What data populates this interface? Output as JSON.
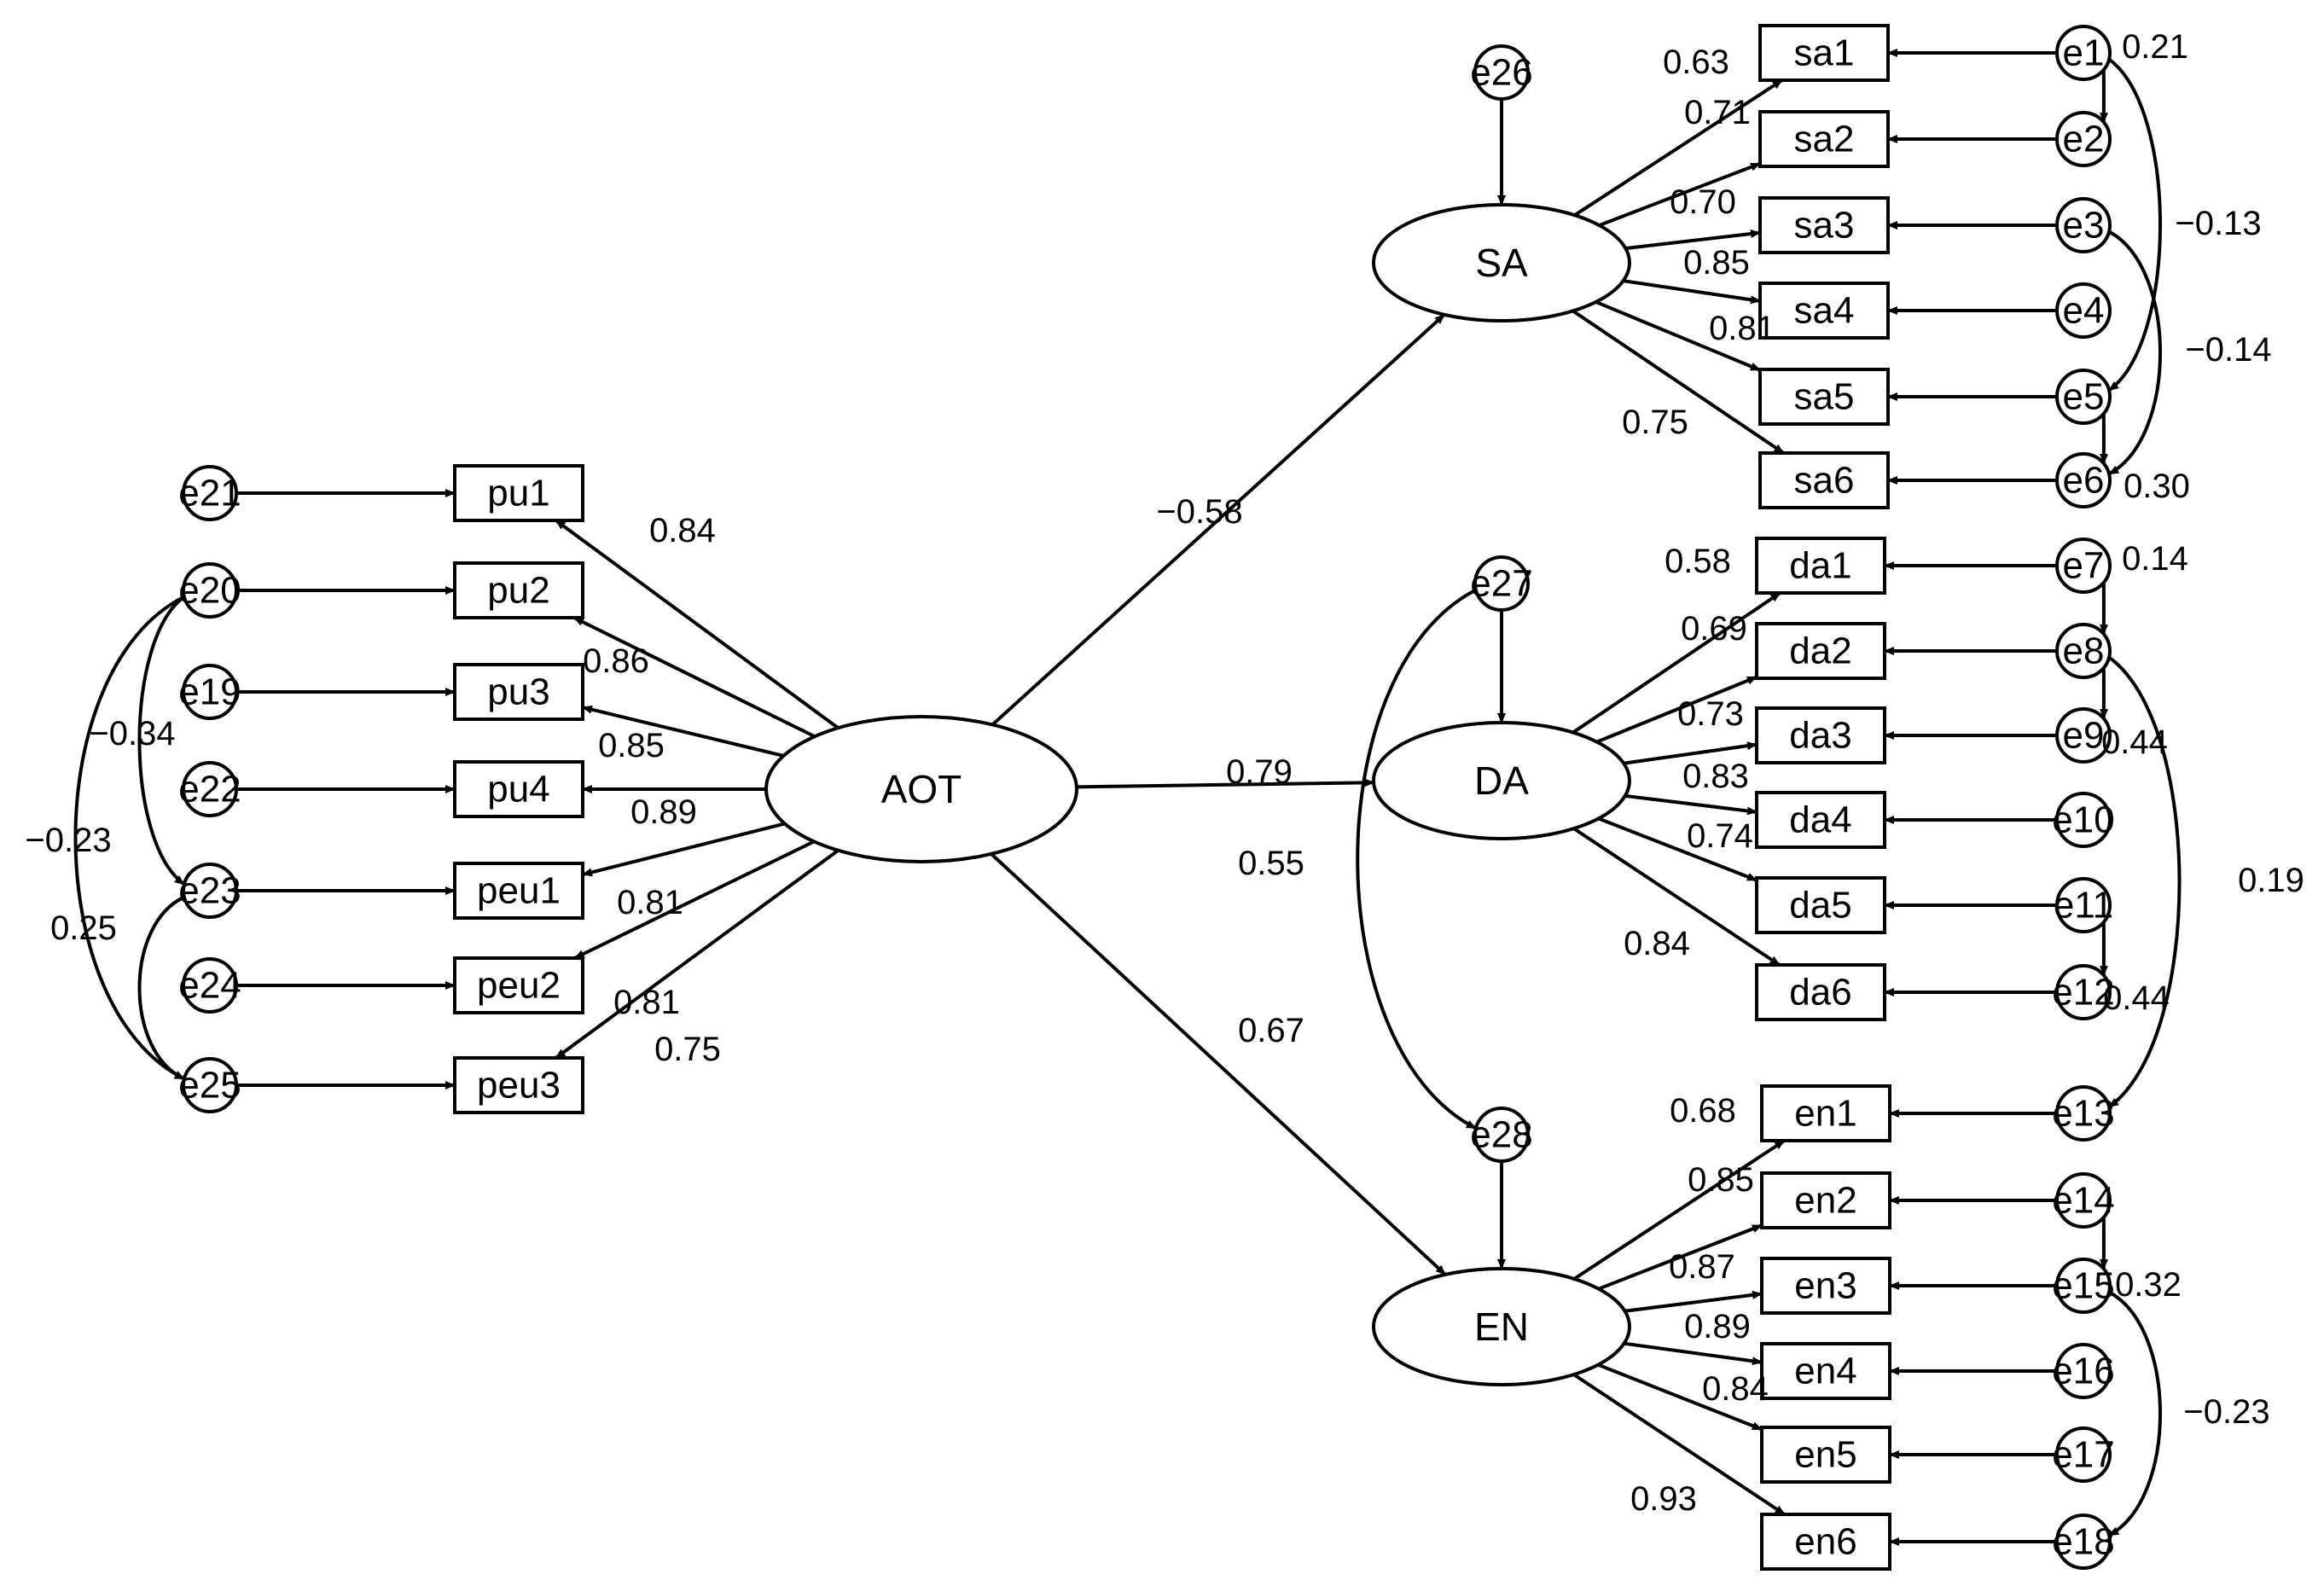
{
  "diagram": {
    "colors": {
      "stroke": "#000000",
      "background": "#ffffff"
    },
    "latents": [
      {
        "id": "AOT",
        "label": "AOT"
      },
      {
        "id": "SA",
        "label": "SA"
      },
      {
        "id": "DA",
        "label": "DA"
      },
      {
        "id": "EN",
        "label": "EN"
      }
    ],
    "indicators": [
      {
        "id": "pu1",
        "label": "pu1"
      },
      {
        "id": "pu2",
        "label": "pu2"
      },
      {
        "id": "pu3",
        "label": "pu3"
      },
      {
        "id": "pu4",
        "label": "pu4"
      },
      {
        "id": "peu1",
        "label": "peu1"
      },
      {
        "id": "peu2",
        "label": "peu2"
      },
      {
        "id": "peu3",
        "label": "peu3"
      },
      {
        "id": "sa1",
        "label": "sa1"
      },
      {
        "id": "sa2",
        "label": "sa2"
      },
      {
        "id": "sa3",
        "label": "sa3"
      },
      {
        "id": "sa4",
        "label": "sa4"
      },
      {
        "id": "sa5",
        "label": "sa5"
      },
      {
        "id": "sa6",
        "label": "sa6"
      },
      {
        "id": "da1",
        "label": "da1"
      },
      {
        "id": "da2",
        "label": "da2"
      },
      {
        "id": "da3",
        "label": "da3"
      },
      {
        "id": "da4",
        "label": "da4"
      },
      {
        "id": "da5",
        "label": "da5"
      },
      {
        "id": "da6",
        "label": "da6"
      },
      {
        "id": "en1",
        "label": "en1"
      },
      {
        "id": "en2",
        "label": "en2"
      },
      {
        "id": "en3",
        "label": "en3"
      },
      {
        "id": "en4",
        "label": "en4"
      },
      {
        "id": "en5",
        "label": "en5"
      },
      {
        "id": "en6",
        "label": "en6"
      }
    ],
    "errors": [
      {
        "id": "e1",
        "label": "e1"
      },
      {
        "id": "e2",
        "label": "e2"
      },
      {
        "id": "e3",
        "label": "e3"
      },
      {
        "id": "e4",
        "label": "e4"
      },
      {
        "id": "e5",
        "label": "e5"
      },
      {
        "id": "e6",
        "label": "e6"
      },
      {
        "id": "e7",
        "label": "e7"
      },
      {
        "id": "e8",
        "label": "e8"
      },
      {
        "id": "e9",
        "label": "e9"
      },
      {
        "id": "e10",
        "label": "e10"
      },
      {
        "id": "e11",
        "label": "e11"
      },
      {
        "id": "e12",
        "label": "e12"
      },
      {
        "id": "e13",
        "label": "e13"
      },
      {
        "id": "e14",
        "label": "e14"
      },
      {
        "id": "e15",
        "label": "e15"
      },
      {
        "id": "e16",
        "label": "e16"
      },
      {
        "id": "e17",
        "label": "e17"
      },
      {
        "id": "e18",
        "label": "e18"
      },
      {
        "id": "e19",
        "label": "e19"
      },
      {
        "id": "e20",
        "label": "e20"
      },
      {
        "id": "e21",
        "label": "e21"
      },
      {
        "id": "e22",
        "label": "e22"
      },
      {
        "id": "e23",
        "label": "e23"
      },
      {
        "id": "e24",
        "label": "e24"
      },
      {
        "id": "e25",
        "label": "e25"
      },
      {
        "id": "e26",
        "label": "e26"
      },
      {
        "id": "e27",
        "label": "e27"
      },
      {
        "id": "e28",
        "label": "e28"
      }
    ],
    "paths": [
      {
        "from": "AOT",
        "to": "SA",
        "value": "−0.58"
      },
      {
        "from": "AOT",
        "to": "DA",
        "value": "0.79"
      },
      {
        "from": "AOT",
        "to": "EN",
        "value": "0.67"
      }
    ],
    "loadings": [
      {
        "latent": "AOT",
        "indicator": "pu1",
        "value": "0.84"
      },
      {
        "latent": "AOT",
        "indicator": "pu2",
        "value": "0.86"
      },
      {
        "latent": "AOT",
        "indicator": "pu3",
        "value": "0.85"
      },
      {
        "latent": "AOT",
        "indicator": "pu4",
        "value": "0.89"
      },
      {
        "latent": "AOT",
        "indicator": "peu1",
        "value": "0.81"
      },
      {
        "latent": "AOT",
        "indicator": "peu2",
        "value": "0.81"
      },
      {
        "latent": "AOT",
        "indicator": "peu3",
        "value": "0.75"
      },
      {
        "latent": "SA",
        "indicator": "sa1",
        "value": "0.63"
      },
      {
        "latent": "SA",
        "indicator": "sa2",
        "value": "0.71"
      },
      {
        "latent": "SA",
        "indicator": "sa3",
        "value": "0.70"
      },
      {
        "latent": "SA",
        "indicator": "sa4",
        "value": "0.85"
      },
      {
        "latent": "SA",
        "indicator": "sa5",
        "value": "0.81"
      },
      {
        "latent": "SA",
        "indicator": "sa6",
        "value": "0.75"
      },
      {
        "latent": "DA",
        "indicator": "da1",
        "value": "0.58"
      },
      {
        "latent": "DA",
        "indicator": "da2",
        "value": "0.69"
      },
      {
        "latent": "DA",
        "indicator": "da3",
        "value": "0.73"
      },
      {
        "latent": "DA",
        "indicator": "da4",
        "value": "0.83"
      },
      {
        "latent": "DA",
        "indicator": "da5",
        "value": "0.74"
      },
      {
        "latent": "DA",
        "indicator": "da6",
        "value": "0.84"
      },
      {
        "latent": "EN",
        "indicator": "en1",
        "value": "0.68"
      },
      {
        "latent": "EN",
        "indicator": "en2",
        "value": "0.85"
      },
      {
        "latent": "EN",
        "indicator": "en3",
        "value": "0.87"
      },
      {
        "latent": "EN",
        "indicator": "en4",
        "value": "0.89"
      },
      {
        "latent": "EN",
        "indicator": "en5",
        "value": "0.84"
      },
      {
        "latent": "EN",
        "indicator": "en6",
        "value": "0.93"
      }
    ],
    "error_links": [
      {
        "error": "e21",
        "target": "pu1"
      },
      {
        "error": "e20",
        "target": "pu2"
      },
      {
        "error": "e19",
        "target": "pu3"
      },
      {
        "error": "e22",
        "target": "pu4"
      },
      {
        "error": "e23",
        "target": "peu1"
      },
      {
        "error": "e24",
        "target": "peu2"
      },
      {
        "error": "e25",
        "target": "peu3"
      },
      {
        "error": "e1",
        "target": "sa1"
      },
      {
        "error": "e2",
        "target": "sa2"
      },
      {
        "error": "e3",
        "target": "sa3"
      },
      {
        "error": "e4",
        "target": "sa4"
      },
      {
        "error": "e5",
        "target": "sa5"
      },
      {
        "error": "e6",
        "target": "sa6"
      },
      {
        "error": "e7",
        "target": "da1"
      },
      {
        "error": "e8",
        "target": "da2"
      },
      {
        "error": "e9",
        "target": "da3"
      },
      {
        "error": "e10",
        "target": "da4"
      },
      {
        "error": "e11",
        "target": "da5"
      },
      {
        "error": "e12",
        "target": "da6"
      },
      {
        "error": "e13",
        "target": "en1"
      },
      {
        "error": "e14",
        "target": "en2"
      },
      {
        "error": "e15",
        "target": "en3"
      },
      {
        "error": "e16",
        "target": "en4"
      },
      {
        "error": "e17",
        "target": "en5"
      },
      {
        "error": "e18",
        "target": "en6"
      },
      {
        "error": "e26",
        "target": "SA"
      },
      {
        "error": "e27",
        "target": "DA"
      },
      {
        "error": "e28",
        "target": "EN"
      }
    ],
    "covariances": [
      {
        "a": "e1",
        "b": "e2",
        "value": "0.21"
      },
      {
        "a": "e1",
        "b": "e5",
        "value": "−0.13"
      },
      {
        "a": "e3",
        "b": "e6",
        "value": "−0.14"
      },
      {
        "a": "e5",
        "b": "e6",
        "value": "0.30"
      },
      {
        "a": "e7",
        "b": "e8",
        "value": "0.14"
      },
      {
        "a": "e8",
        "b": "e9",
        "value": "0.44"
      },
      {
        "a": "e8",
        "b": "e13",
        "value": "0.19"
      },
      {
        "a": "e11",
        "b": "e12",
        "value": "0.44"
      },
      {
        "a": "e14",
        "b": "e15",
        "value": "0.32"
      },
      {
        "a": "e15",
        "b": "e18",
        "value": "−0.23"
      },
      {
        "a": "e20",
        "b": "e23",
        "value": "−0.34"
      },
      {
        "a": "e20",
        "b": "e25",
        "value": "−0.23"
      },
      {
        "a": "e23",
        "b": "e25",
        "value": "0.25"
      },
      {
        "a": "e27",
        "b": "e28",
        "value": "0.55"
      }
    ]
  }
}
